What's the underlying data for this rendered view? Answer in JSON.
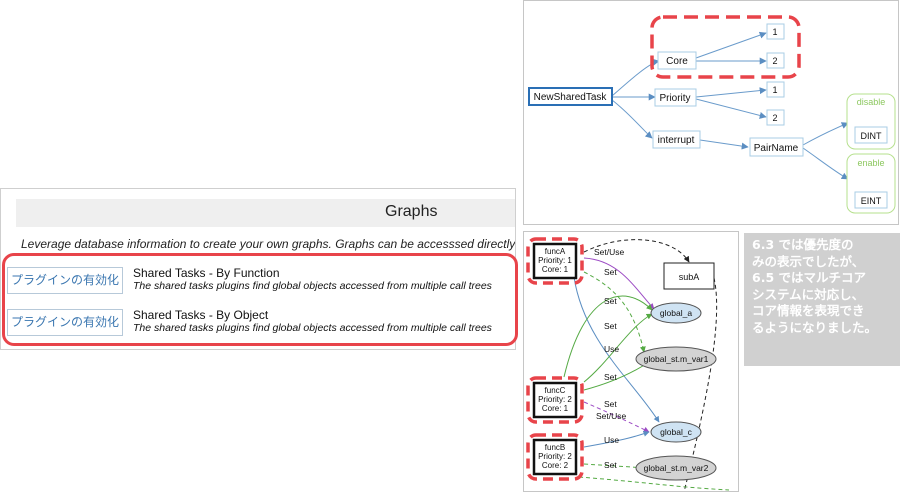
{
  "plugins_panel": {
    "title": "Graphs",
    "description": "Leverage database information to create your own graphs. Graphs can be accesssed directly",
    "items": [
      {
        "button": "プラグインの有効化",
        "name": "Shared Tasks - By Function",
        "desc": "The shared tasks plugins find global objects accessed from multiple call trees"
      },
      {
        "button": "プラグインの有効化",
        "name": "Shared Tasks - By Object",
        "desc": "The shared tasks plugins find global objects accessed from multiple call trees"
      }
    ]
  },
  "top_graph": {
    "root": "NewSharedTask",
    "core": "Core",
    "priority": "Priority",
    "interrupt": "interrupt",
    "pairname": "PairName",
    "one": "1",
    "two": "2",
    "disable": "disable",
    "enable": "enable",
    "dint": "DINT",
    "eint": "EINT"
  },
  "bottom_graph": {
    "funcs": [
      {
        "name": "funcA",
        "priority": "Priority: 1",
        "core": "Core: 1"
      },
      {
        "name": "funcC",
        "priority": "Priority: 2",
        "core": "Core: 1"
      },
      {
        "name": "funcB",
        "priority": "Priority: 2",
        "core": "Core: 2"
      }
    ],
    "subA": "subA",
    "global_a": "global_a",
    "global_st_m_var1": "global_st.m_var1",
    "global_c": "global_c",
    "global_st_m_var2": "global_st.m_var2",
    "edge_set_use": "Set/Use",
    "edge_set": "Set",
    "edge_use": "Use"
  },
  "note": {
    "text": "6.3 では優先度の\nみの表示でしたが、\n6.5 ではマルチコア\nシステムに対応し、\nコア情報を表現でき\nるようになりました。"
  },
  "colors": {
    "highlight": "#e8444a",
    "node_border": "#a9cde4",
    "root_border": "#2a6fb5",
    "note_bg": "#d0d0d0"
  }
}
